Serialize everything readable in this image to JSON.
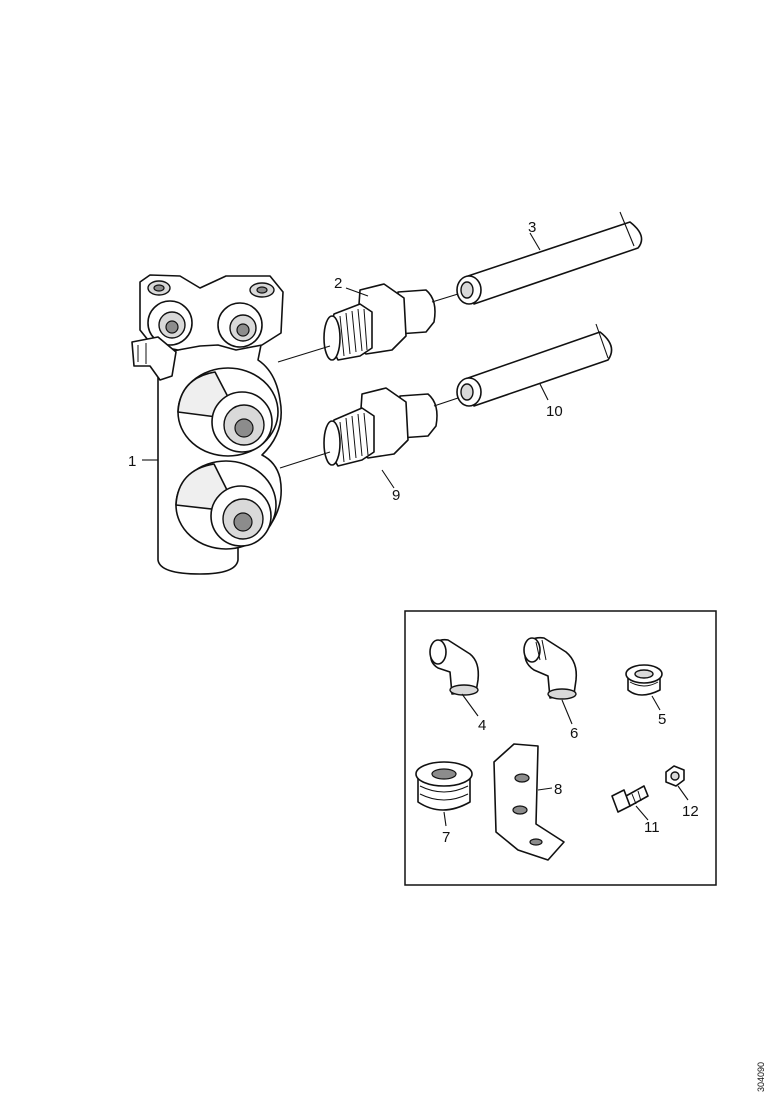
{
  "callouts": {
    "valve_block": "1",
    "fitting_upper": "2",
    "pipe_upper": "3",
    "elbow_a": "4",
    "plug_small": "5",
    "elbow_b": "6",
    "plug_large": "7",
    "bracket": "8",
    "fitting_lower": "9",
    "pipe_lower": "10",
    "bolt": "11",
    "nut": "12"
  },
  "reference_code": "304090"
}
